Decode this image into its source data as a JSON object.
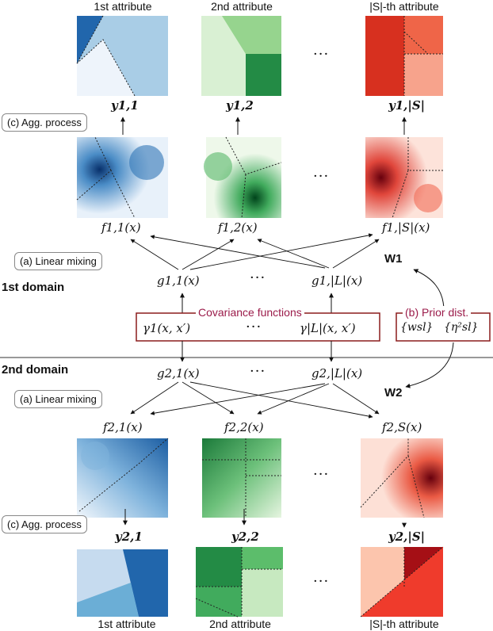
{
  "attributes": {
    "first": "1st attribute",
    "second": "2nd attribute",
    "last": "|S|-th attribute"
  },
  "domains": {
    "first": "1st domain",
    "second": "2nd domain"
  },
  "callouts": {
    "agg_process": "(c) Agg. process",
    "linear_mixing": "(a) Linear mixing",
    "prior": "(b) Prior dist.",
    "covariance": "Covariance functions"
  },
  "math": {
    "y11": "y1,1",
    "y12": "y1,2",
    "y1S": "y1,|S|",
    "f11": "f1,1(x)",
    "f12": "f1,2(x)",
    "f1S": "f1,|S|(x)",
    "g11": "g1,1(x)",
    "g1L": "g1,|L|(x)",
    "gamma1": "γ1(x, x′)",
    "gammaL": "γ|L|(x, x′)",
    "w_sl": "{wsl}",
    "eta": "{η²sl}",
    "W1": "W1",
    "W2": "W2",
    "g21": "g2,1(x)",
    "g2L": "g2,|L|(x)",
    "f21": "f2,1(x)",
    "f22": "f2,2(x)",
    "f2S": "f2,S(x)",
    "y21": "y2,1",
    "y22": "y2,2",
    "y2S": "y2,|S|"
  },
  "ellipsis": "···",
  "colors": {
    "blue": "#2166ac",
    "green": "#238b45",
    "red": "#d7301f",
    "accent": "#8b1c1c"
  }
}
